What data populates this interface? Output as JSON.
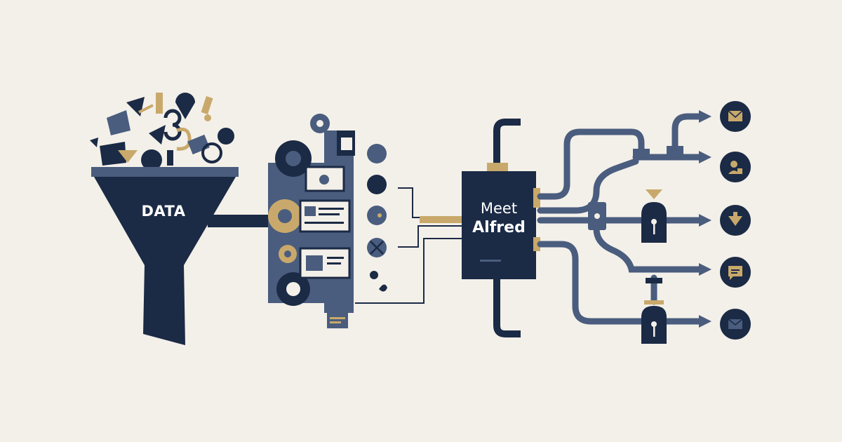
{
  "funnel": {
    "label": "DATA"
  },
  "hub": {
    "line1": "Meet",
    "line2": "Alfred"
  },
  "outputs": [
    {
      "icon": "envelope-icon"
    },
    {
      "icon": "user-icon"
    },
    {
      "icon": "download-arrow-icon"
    },
    {
      "icon": "chat-bubble-icon"
    },
    {
      "icon": "envelope-icon"
    }
  ],
  "colors": {
    "background": "#f3f0e9",
    "navy": "#1b2a45",
    "slate": "#4a5d7e",
    "gold": "#c9a96b",
    "white": "#ffffff"
  }
}
